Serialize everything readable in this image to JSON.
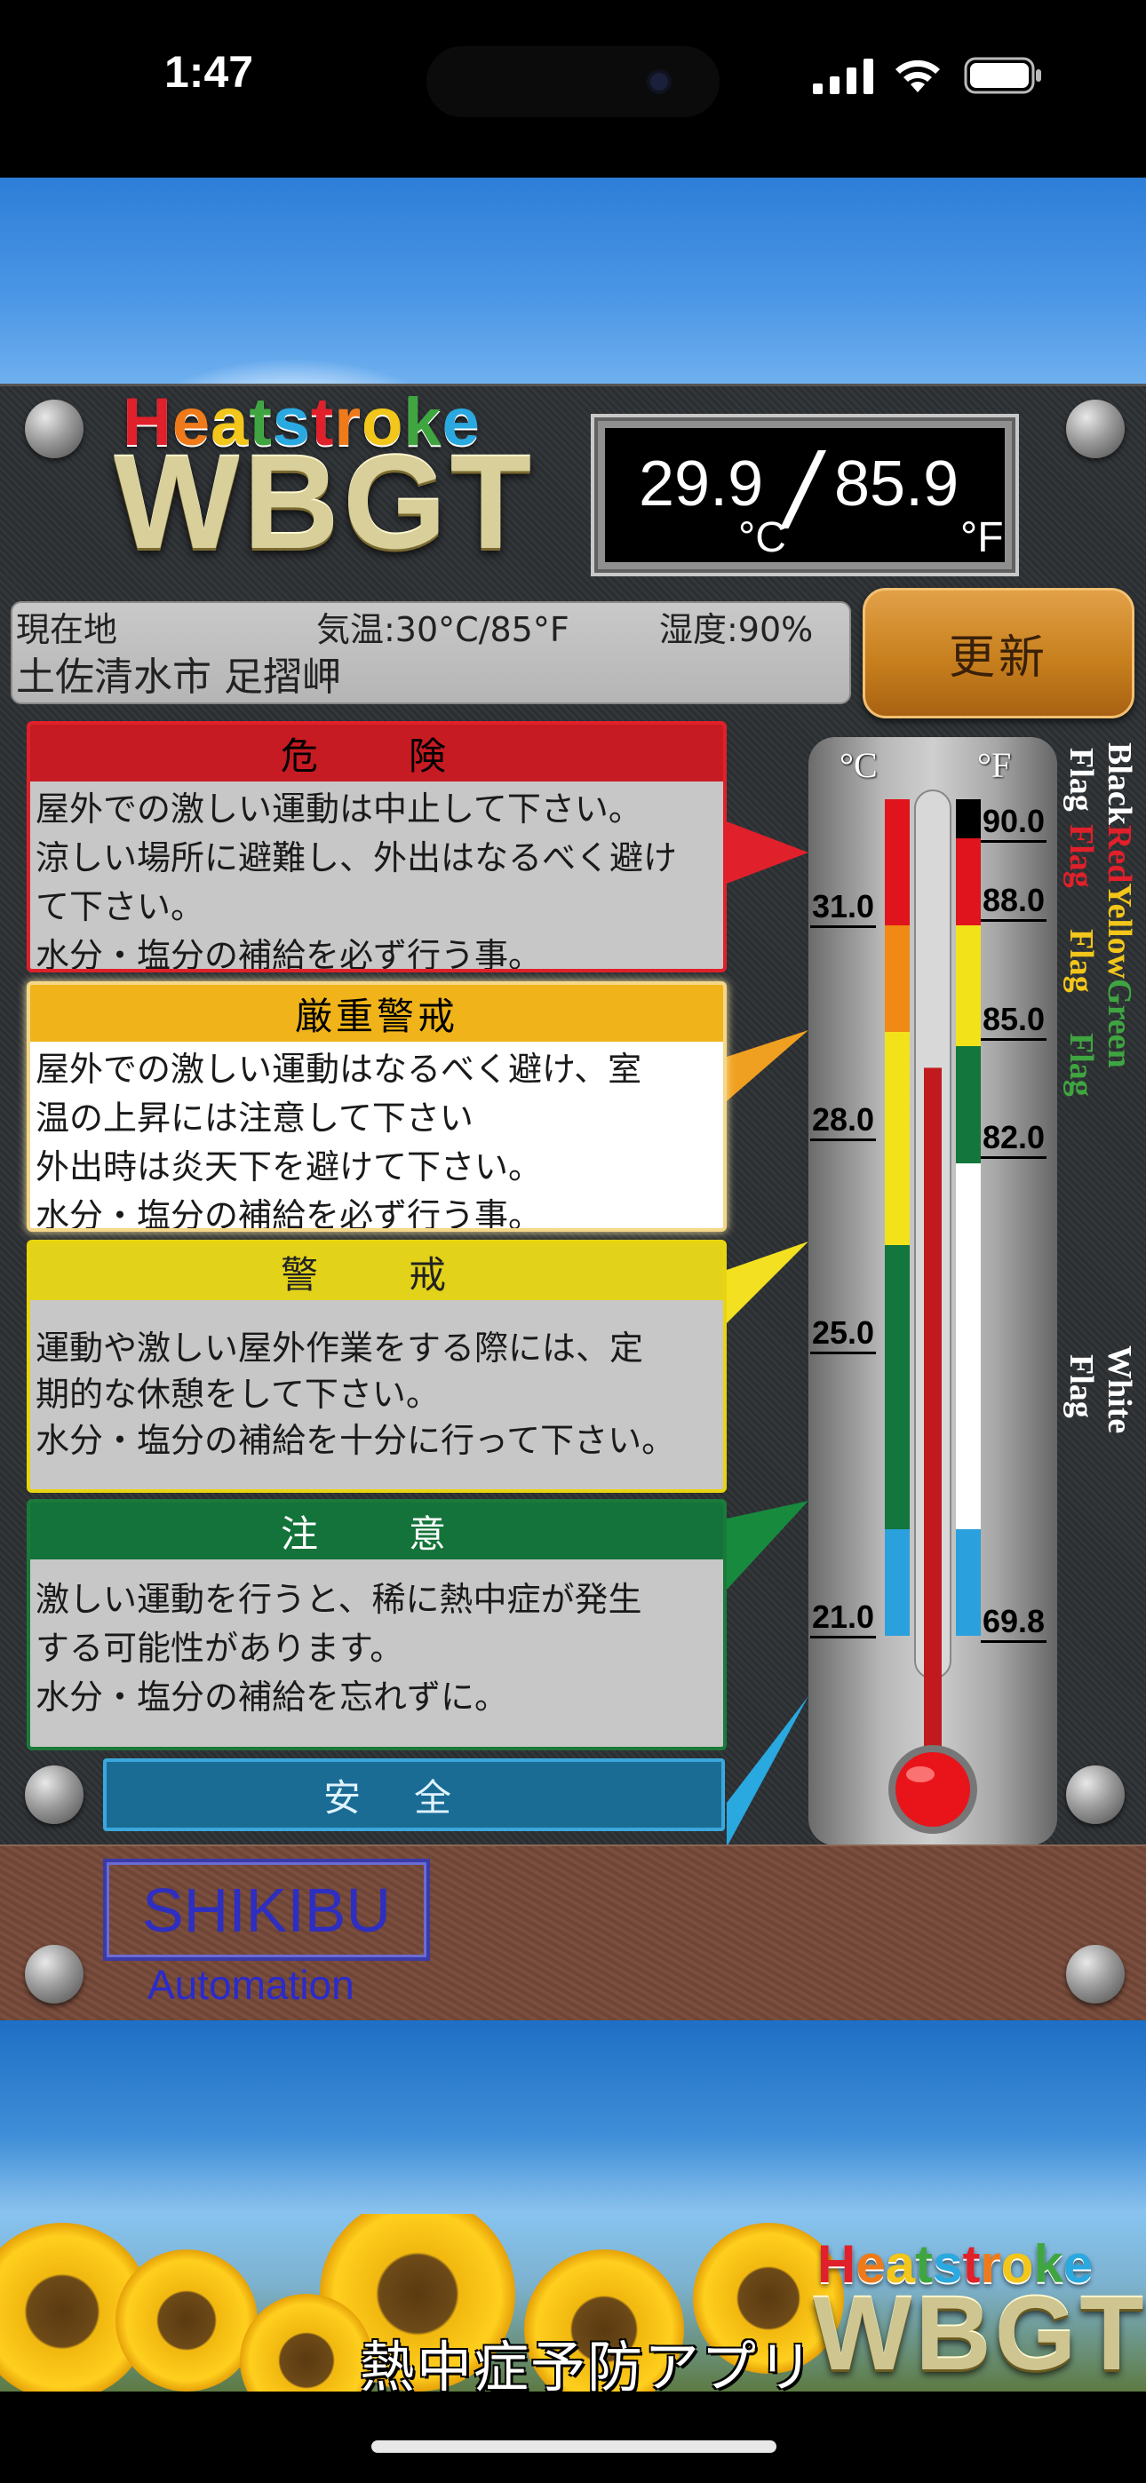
{
  "status_bar": {
    "time": "1:47",
    "signal_icon": "cellular-signal-icon",
    "wifi_icon": "wifi-icon",
    "battery_icon": "battery-icon"
  },
  "logo": {
    "heat_letters": [
      "H",
      "e",
      "a",
      "t",
      "s",
      "t",
      "r",
      "o",
      "k",
      "e"
    ],
    "heat_colors": [
      "#e0202a",
      "#f07a1a",
      "#f2c61a",
      "#3fa540",
      "#2aa8e0",
      "#e0202a",
      "#f07a1a",
      "#f2c61a",
      "#3fa540",
      "#2aa8e0"
    ],
    "wbgt": "WBGT"
  },
  "wbgt_reading": {
    "celsius": "29.9",
    "fahrenheit": "85.9",
    "unit_c": "°C",
    "unit_f": "°F",
    "separator": "/"
  },
  "location": {
    "label": "現在地",
    "temperature": "気温:30°C/85°F",
    "humidity": "湿度:90%",
    "city": "土佐清水市 足摺岬"
  },
  "update_button": {
    "label": "更新"
  },
  "levels": {
    "danger": {
      "title": "危　険",
      "body": [
        "屋外での激しい運動は中止して下さい。",
        "涼しい場所に避難し、外出はなるべく避け",
        "て下さい。",
        "水分・塩分の補給を必ず行う事。"
      ],
      "color": "#c61b22"
    },
    "severe": {
      "title": "厳重警戒",
      "body": [
        "屋外での激しい運動はなるべく避け、室",
        "温の上昇には注意して下さい",
        "外出時は炎天下を避けて下さい。",
        "水分・塩分の補給を必ず行う事。"
      ],
      "color": "#f0b41a"
    },
    "warning": {
      "title": "警　戒",
      "body": [
        "運動や激しい屋外作業をする際には、定",
        "期的な休憩をして下さい。",
        "水分・塩分の補給を十分に行って下さい。"
      ],
      "color": "#e2d21a"
    },
    "caution": {
      "title": "注　意",
      "body": [
        "激しい運動を行うと、稀に熱中症が発生",
        "する可能性があります。",
        "水分・塩分の補給を忘れずに。"
      ],
      "color": "#13733a"
    },
    "safe": {
      "title": "安全",
      "color": "#1a6c95"
    }
  },
  "thermometer": {
    "unit_c": "°C",
    "unit_f": "°F",
    "celsius_ticks": [
      "31.0",
      "28.0",
      "25.0",
      "21.0"
    ],
    "fahrenheit_ticks": [
      "90.0",
      "88.0",
      "85.0",
      "82.0",
      "69.8"
    ],
    "mercury_level_fraction": 0.72
  },
  "flags": {
    "black_red": [
      "Black",
      "Red",
      "Yellow",
      "Green"
    ],
    "flag_word": "Flag",
    "white_word": "White",
    "white_flag": "Flag"
  },
  "brand": {
    "name": "SHIKIBU",
    "sub": "Automation"
  },
  "banner": {
    "text": "熱中症予防アプリ",
    "heat_letters": [
      "H",
      "e",
      "a",
      "t",
      "s",
      "t",
      "r",
      "o",
      "k",
      "e"
    ],
    "wbgt": "WBGT"
  }
}
